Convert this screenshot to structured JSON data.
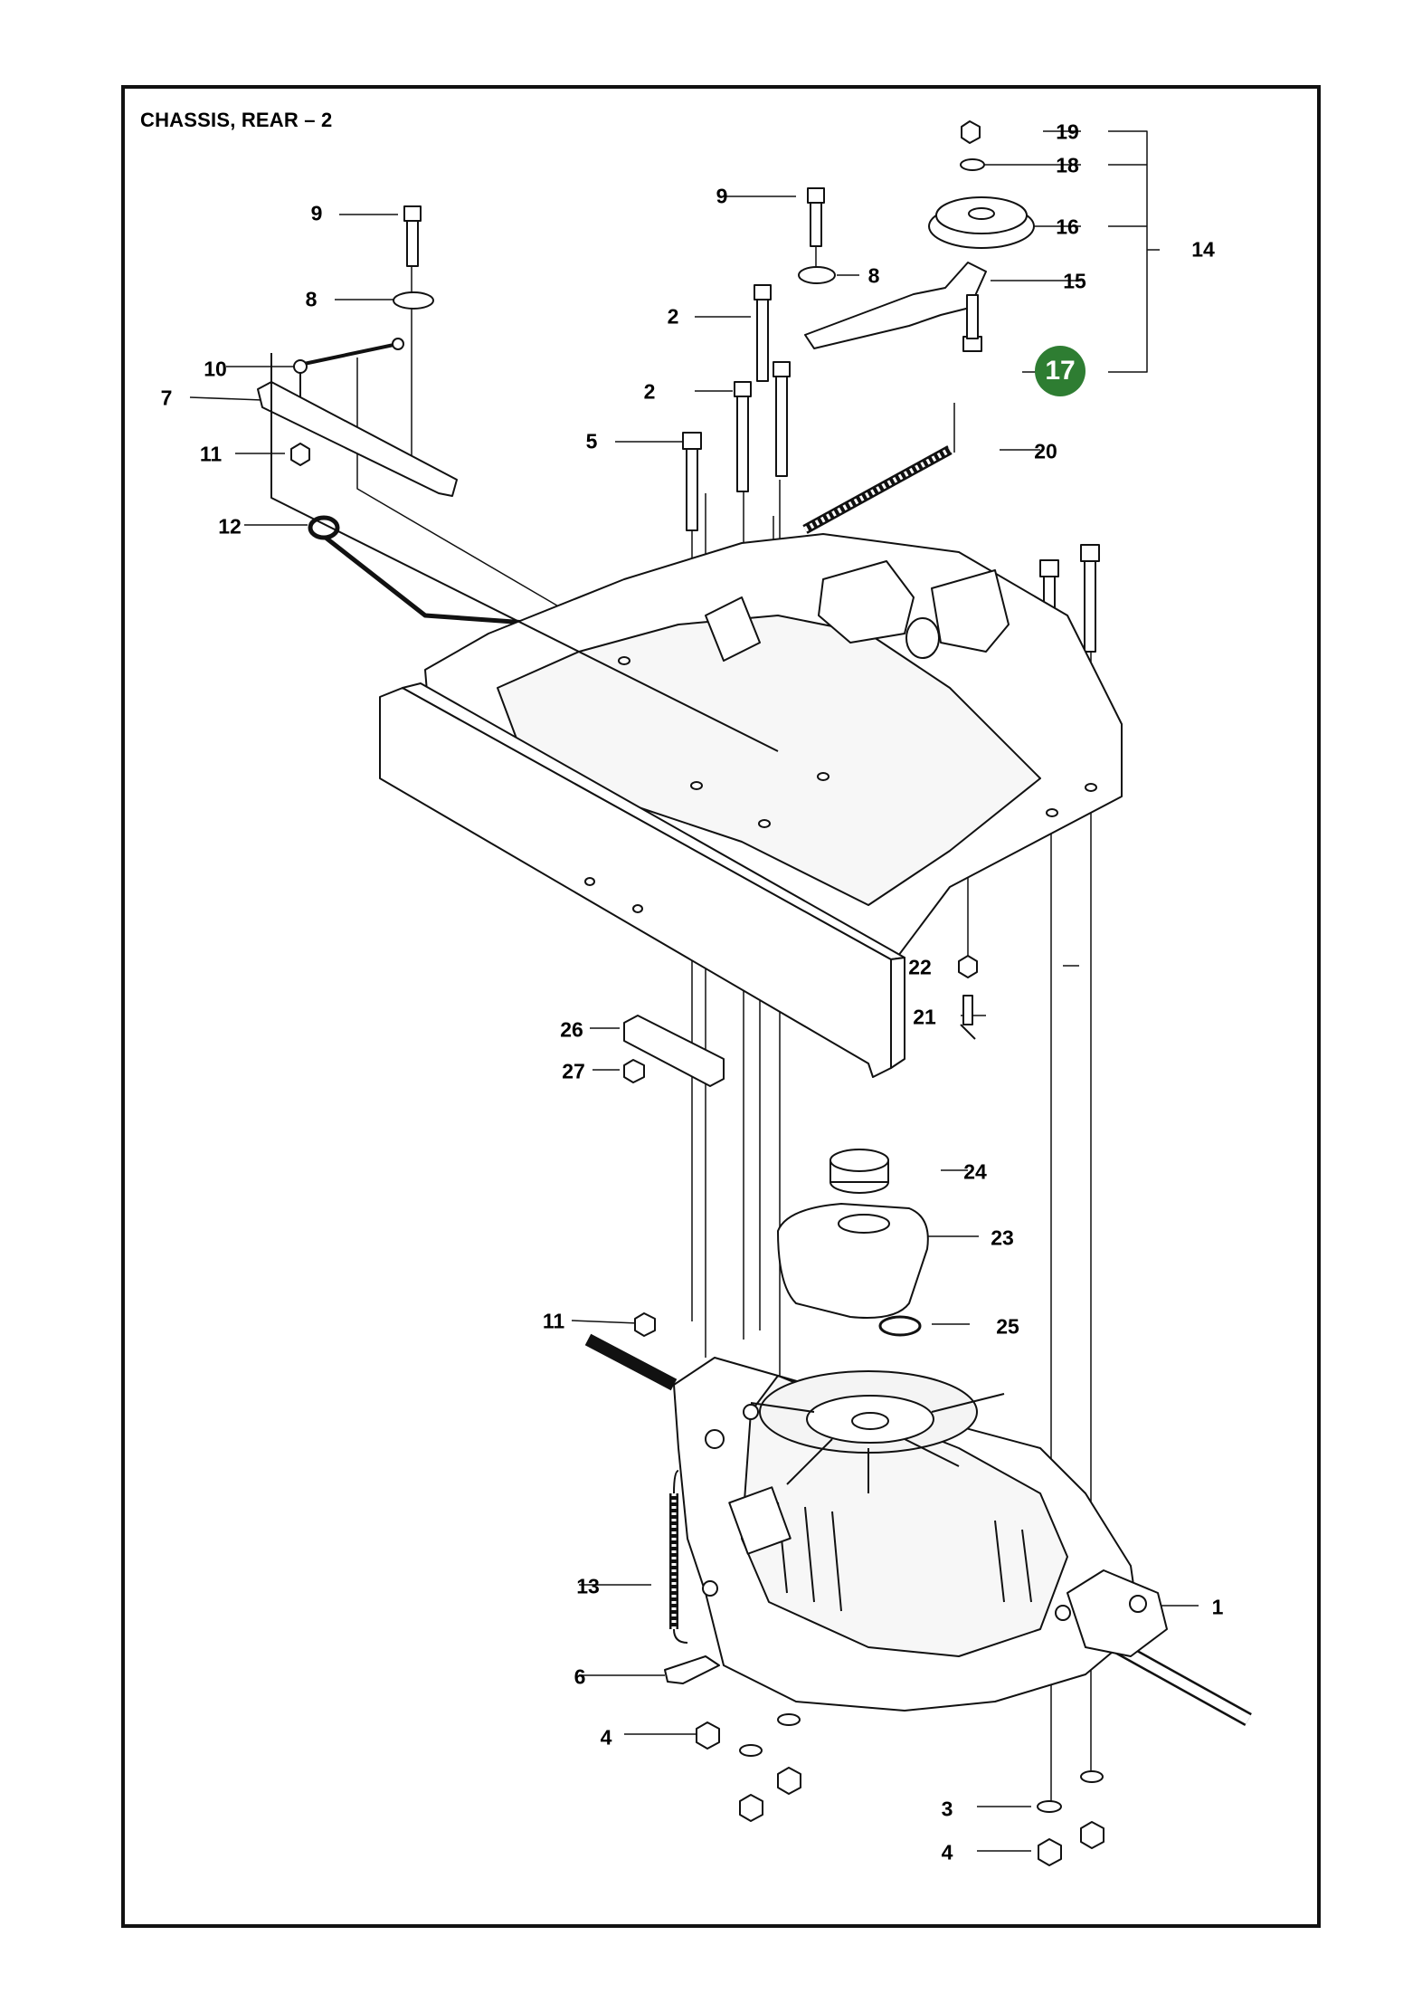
{
  "title": "CHASSIS, REAR – 2",
  "colors": {
    "highlight": "#2e7d32",
    "line": "#111111",
    "part_fill": "#ffffff",
    "shade": "#e6e6e6"
  },
  "callouts": {
    "c1": "1",
    "c2a": "2",
    "c2b": "2",
    "c3": "3",
    "c4a": "4",
    "c4b": "4",
    "c5": "5",
    "c6": "6",
    "c7": "7",
    "c8a": "8",
    "c8b": "8",
    "c9a": "9",
    "c9b": "9",
    "c10": "10",
    "c11a": "11",
    "c11b": "11",
    "c12": "12",
    "c13": "13",
    "c14": "14",
    "c15": "15",
    "c16": "16",
    "c17": "17",
    "c18": "18",
    "c19": "19",
    "c20": "20",
    "c21": "21",
    "c22": "22",
    "c23": "23",
    "c24": "24",
    "c25": "25",
    "c26": "26",
    "c27": "27"
  }
}
